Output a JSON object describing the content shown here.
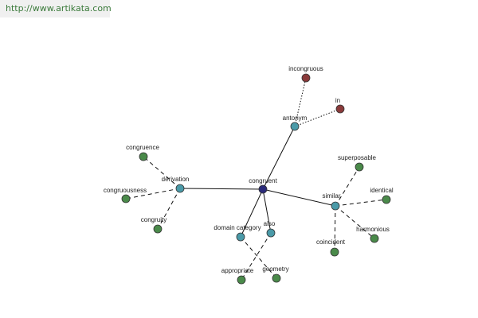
{
  "banner": {
    "url": "http://www.artikata.com"
  },
  "colors": {
    "center": "#2a2a7a",
    "relation": "#4a9aa8",
    "term": "#4a8a4a",
    "antonym_term": "#8a3a3a"
  },
  "graph": {
    "nodes": [
      {
        "id": "congruent",
        "label": "congruent",
        "kind": "center"
      },
      {
        "id": "antonym",
        "label": "antonym",
        "kind": "relation"
      },
      {
        "id": "incongruous",
        "label": "incongruous",
        "kind": "antonym_term"
      },
      {
        "id": "in",
        "label": "in",
        "kind": "antonym_term"
      },
      {
        "id": "derivation",
        "label": "derivation",
        "kind": "relation"
      },
      {
        "id": "congruence",
        "label": "congruence",
        "kind": "term"
      },
      {
        "id": "congruousness",
        "label": "congruousness",
        "kind": "term"
      },
      {
        "id": "congruity",
        "label": "congruity",
        "kind": "term"
      },
      {
        "id": "similar",
        "label": "similar",
        "kind": "relation"
      },
      {
        "id": "superposable",
        "label": "superposable",
        "kind": "term"
      },
      {
        "id": "identical",
        "label": "identical",
        "kind": "term"
      },
      {
        "id": "harmonious",
        "label": "harmonious",
        "kind": "term"
      },
      {
        "id": "coincident",
        "label": "coincident",
        "kind": "term"
      },
      {
        "id": "domain_category",
        "label": "domain category",
        "kind": "relation"
      },
      {
        "id": "also",
        "label": "also",
        "kind": "relation"
      },
      {
        "id": "appropriate",
        "label": "appropriate",
        "kind": "term"
      },
      {
        "id": "geometry",
        "label": "geometry",
        "kind": "term"
      }
    ],
    "edges": [
      {
        "from": "congruent",
        "to": "antonym",
        "style": "solid"
      },
      {
        "from": "congruent",
        "to": "derivation",
        "style": "solid"
      },
      {
        "from": "congruent",
        "to": "similar",
        "style": "solid"
      },
      {
        "from": "congruent",
        "to": "domain_category",
        "style": "solid"
      },
      {
        "from": "congruent",
        "to": "also",
        "style": "solid"
      },
      {
        "from": "antonym",
        "to": "incongruous",
        "style": "dotted"
      },
      {
        "from": "antonym",
        "to": "in",
        "style": "dotted"
      },
      {
        "from": "derivation",
        "to": "congruence",
        "style": "dashed"
      },
      {
        "from": "derivation",
        "to": "congruousness",
        "style": "dashed"
      },
      {
        "from": "derivation",
        "to": "congruity",
        "style": "dashed"
      },
      {
        "from": "similar",
        "to": "superposable",
        "style": "dashed"
      },
      {
        "from": "similar",
        "to": "identical",
        "style": "dashed"
      },
      {
        "from": "similar",
        "to": "harmonious",
        "style": "dashed"
      },
      {
        "from": "similar",
        "to": "coincident",
        "style": "dashed"
      },
      {
        "from": "domain_category",
        "to": "geometry",
        "style": "dashed"
      },
      {
        "from": "also",
        "to": "appropriate",
        "style": "dashed"
      }
    ]
  }
}
